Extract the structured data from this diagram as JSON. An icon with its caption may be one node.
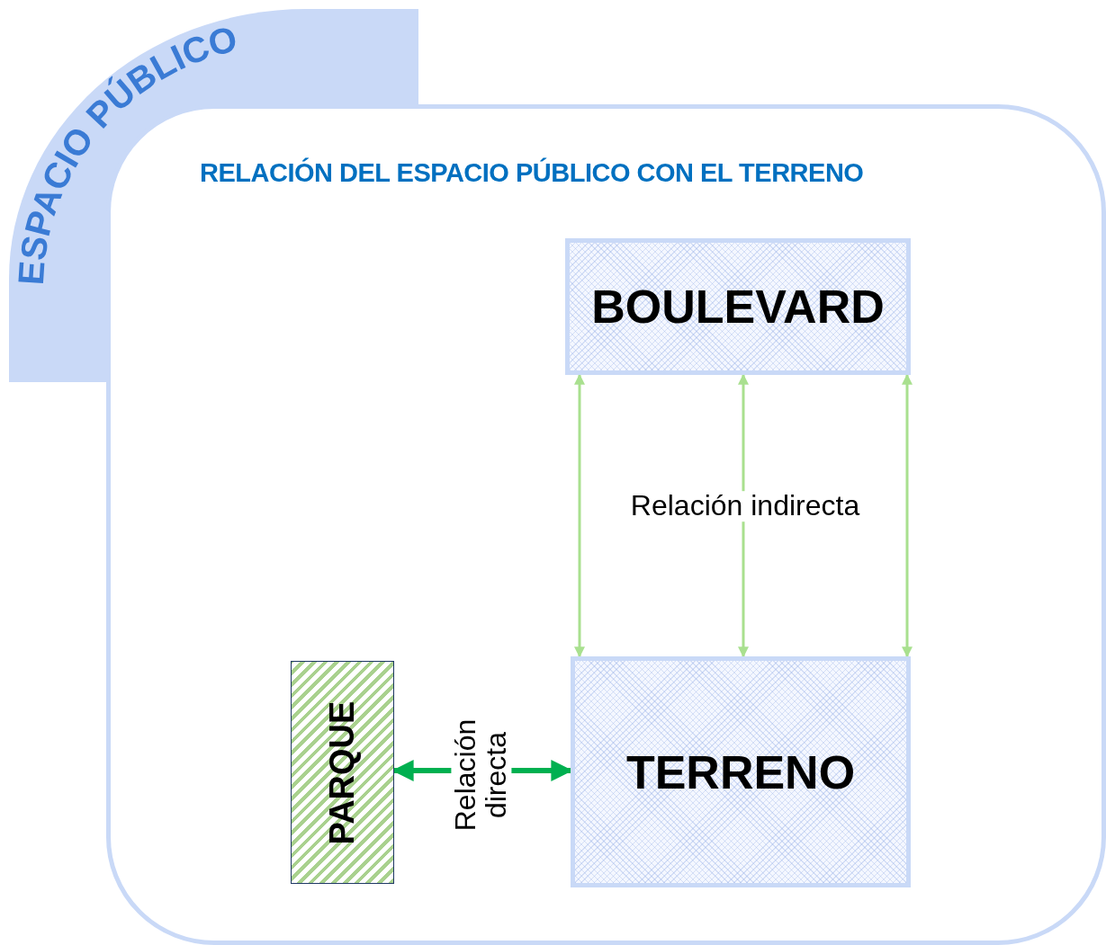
{
  "diagram": {
    "title": "RELACIÓN DEL ESPACIO PÚBLICO CON EL TERRENO",
    "nodes": [
      {
        "text": [
          "ESPACIO PÚBLICO"
        ]
      },
      {
        "text": [
          "BOULEVARD"
        ],
        "in": 0
      },
      {
        "text": [
          "TERRENO"
        ],
        "in": 0
      },
      {
        "text": [
          "PARQUE"
        ],
        "in": 0
      }
    ],
    "edges": [
      {
        "from": 1,
        "to": 2,
        "arrow": "both"
      },
      {
        "from": 1,
        "to": 2,
        "arrow": "both",
        "label": "Relación indirecta"
      },
      {
        "from": 1,
        "to": 2,
        "arrow": "both"
      },
      {
        "from": 3,
        "to": 2,
        "arrow": "both",
        "label": "Relación directa",
        "style": "thick",
        "color": "#00b050"
      }
    ]
  }
}
